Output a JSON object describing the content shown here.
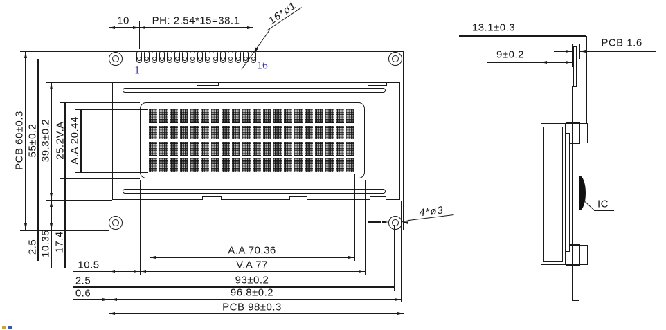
{
  "front_view": {
    "labels": {
      "top_offset": "10",
      "pin_pitch": "PH: 2.54*15=38.1",
      "pin_holes_note": "16*ø1",
      "pin_first": "1",
      "pin_last": "16",
      "pcb_height": "PCB 60±0.3",
      "hole_span_vertical": "55±0.2",
      "bezel_height": "39.3±0.2",
      "viewing_area_height": "25.2V.A",
      "active_area_height": "A.A 20.44",
      "hole_edge_offset_vertical": "2.5",
      "bezel_edge_offset_vertical": "10.35",
      "viewing_area_offset_vertical": "17.4",
      "viewing_area_offset_horizontal": "10.5",
      "hole_edge_offset_horizontal": "2.5",
      "bezel_edge_offset_horizontal": "0.6",
      "active_area_width": "A.A 70.36",
      "viewing_area_width": "V.A 77",
      "hole_span_horizontal": "93±0.2",
      "bezel_width": "96.8±0.2",
      "pcb_width": "PCB 98±0.3",
      "mounting_holes_note": "4*ø3"
    },
    "pin_count": 16,
    "character_grid": {
      "rows": 4,
      "columns": 20
    }
  },
  "side_view": {
    "labels": {
      "total_thickness": "13.1±0.3",
      "front_thickness": "9±0.2",
      "pcb_thickness": "PCB 1.6",
      "ic": "IC"
    }
  },
  "colors": {
    "line": "#1a1a1a",
    "pin_number_blue": "#3a3aae",
    "display_block": "#151515"
  }
}
